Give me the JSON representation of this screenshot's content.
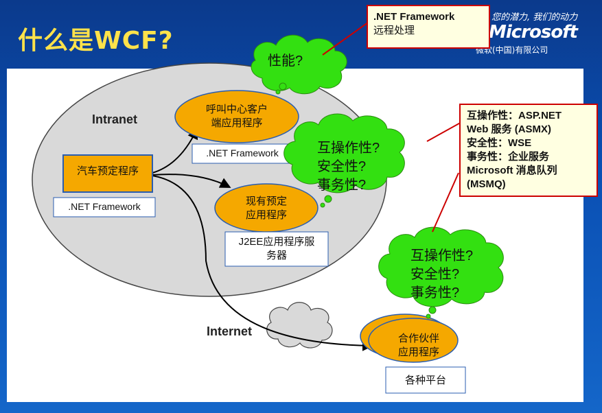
{
  "header": {
    "title": "什么是WCF?",
    "tagline": "您的潜力, 我们的动力",
    "logo": "Microsoft",
    "company": "微软(中国)有限公司"
  },
  "zones": {
    "intranet": "Intranet",
    "internet": "Internet"
  },
  "apps": {
    "car_booking": "汽车预定程序",
    "call_center": [
      "呼叫中心客户",
      "端应用程序"
    ],
    "existing_booking": [
      "现有预定",
      "应用程序"
    ],
    "partner": [
      "合作伙伴",
      "应用程序"
    ]
  },
  "platforms": {
    "car_booking": ".NET Framework",
    "call_center": ".NET Framework",
    "existing_booking": [
      "J2EE应用程序服",
      "务器"
    ],
    "partner": "各种平台"
  },
  "clouds": {
    "top": "性能?",
    "middle": [
      "互操作性?",
      "安全性?",
      "事务性?"
    ],
    "right": [
      "互操作性?",
      "安全性?",
      "事务性?"
    ]
  },
  "notes": {
    "remoting": [
      ".NET Framework",
      "远程处理"
    ],
    "services": [
      "互操作性：ASP.NET",
      "Web 服务 (ASMX)",
      "安全性：WSE",
      "事务性：企业服务",
      "Microsoft 消息队列",
      "(MSMQ)"
    ]
  },
  "colors": {
    "title": "#ffe24a",
    "app_fill": "#f5a800",
    "cloud_fill": "#33e011",
    "callout_border": "#cc0000",
    "box_border": "#2a5db0"
  }
}
